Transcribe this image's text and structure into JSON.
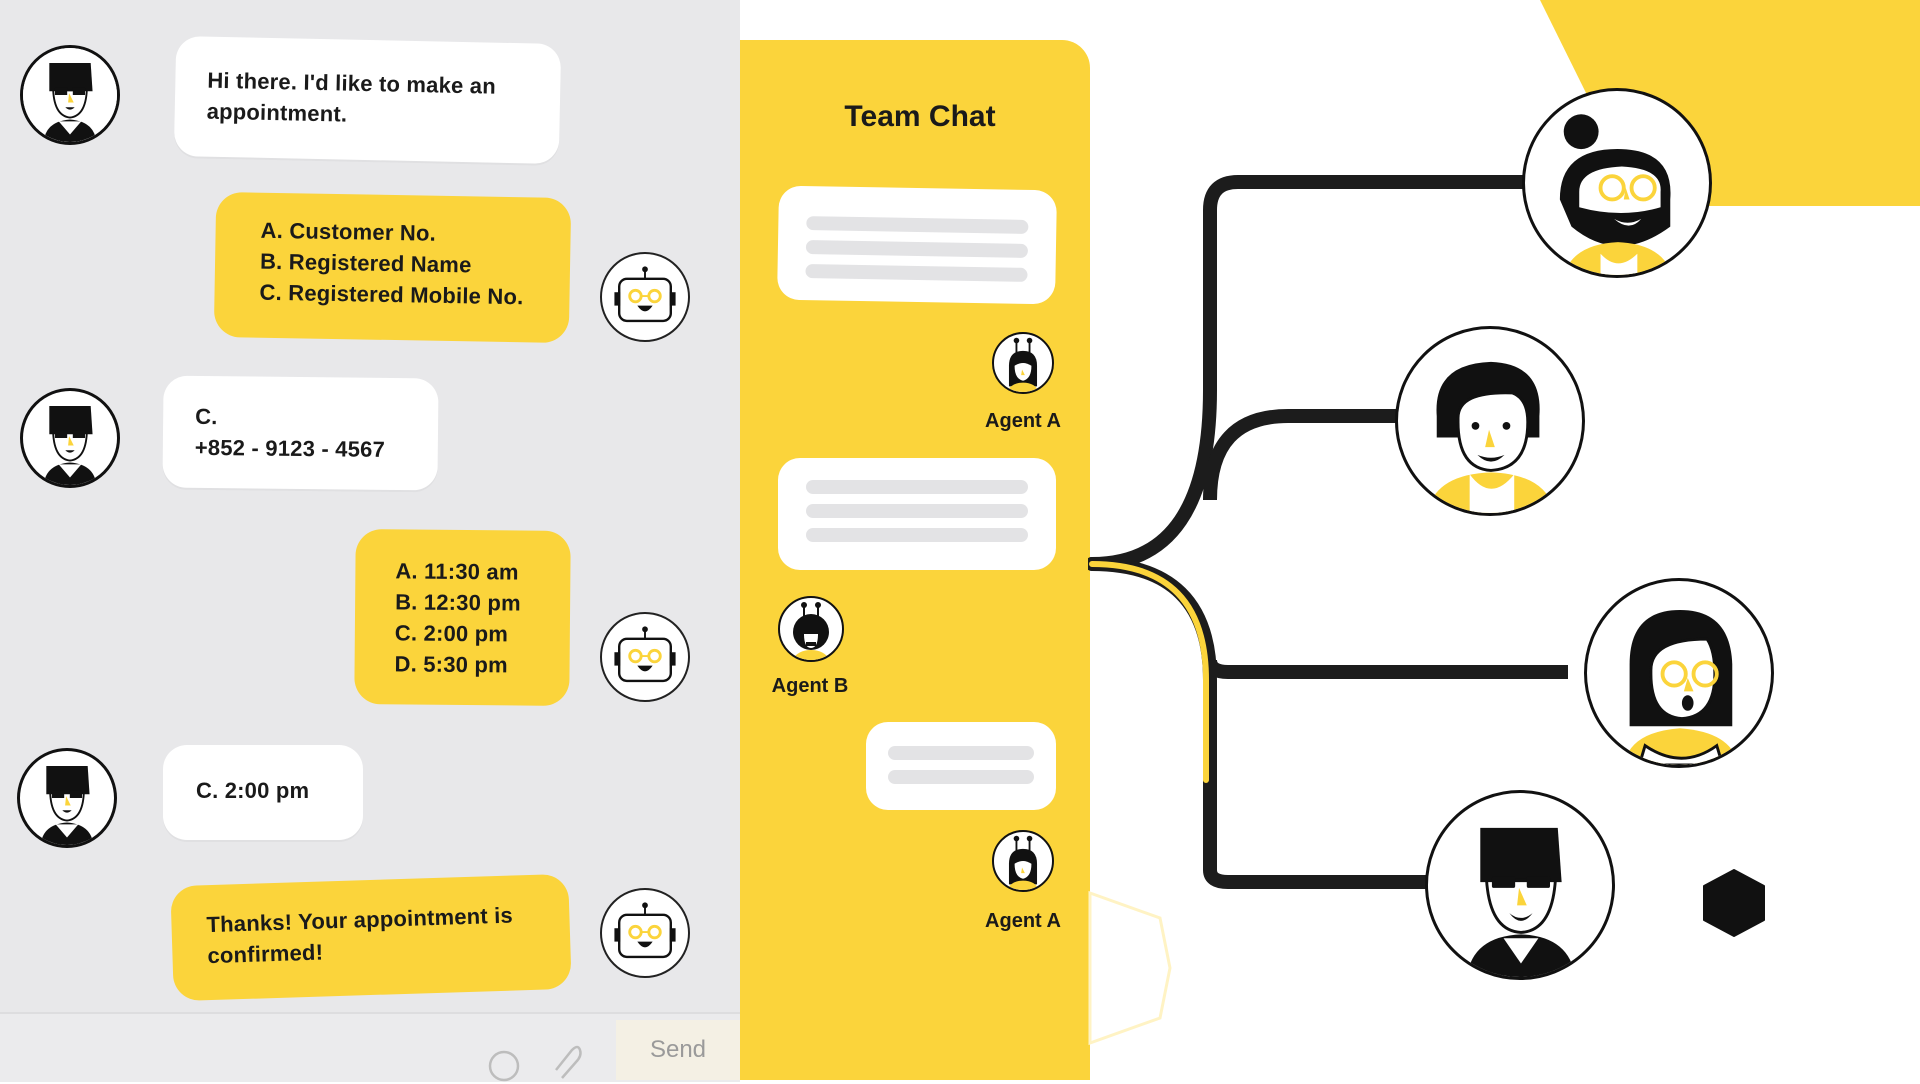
{
  "colors": {
    "accent": "#fbd43b",
    "panel": "#e8e8ea",
    "ink": "#111111"
  },
  "chat": {
    "messages": [
      {
        "from": "customer",
        "lines": [
          "Hi there. I'd like to make an",
          "appointment."
        ]
      },
      {
        "from": "bot",
        "lines": [
          "A. Customer No.",
          "B. Registered Name",
          "C. Registered Mobile No."
        ]
      },
      {
        "from": "customer",
        "lines": [
          "C.",
          "+852 - 9123 - 4567"
        ]
      },
      {
        "from": "bot",
        "lines": [
          "A. 11:30 am",
          "B. 12:30 pm",
          "C. 2:00 pm",
          "D. 5:30 pm"
        ]
      },
      {
        "from": "customer",
        "lines": [
          "C. 2:00 pm"
        ]
      },
      {
        "from": "bot",
        "lines": [
          "Thanks! Your appointment is",
          "confirmed!"
        ]
      }
    ],
    "send_label": "Send",
    "emoji_icon": "smiley-icon",
    "attach_icon": "paperclip-icon"
  },
  "team_chat": {
    "title": "Team Chat",
    "agents": [
      {
        "label": "Agent A"
      },
      {
        "label": "Agent B"
      },
      {
        "label": "Agent A"
      }
    ]
  },
  "team_members": [
    {
      "icon": "bearded-man-avatar-icon"
    },
    {
      "icon": "curly-hair-avatar-icon"
    },
    {
      "icon": "woman-glasses-avatar-icon"
    },
    {
      "icon": "sunglasses-man-avatar-icon"
    }
  ]
}
